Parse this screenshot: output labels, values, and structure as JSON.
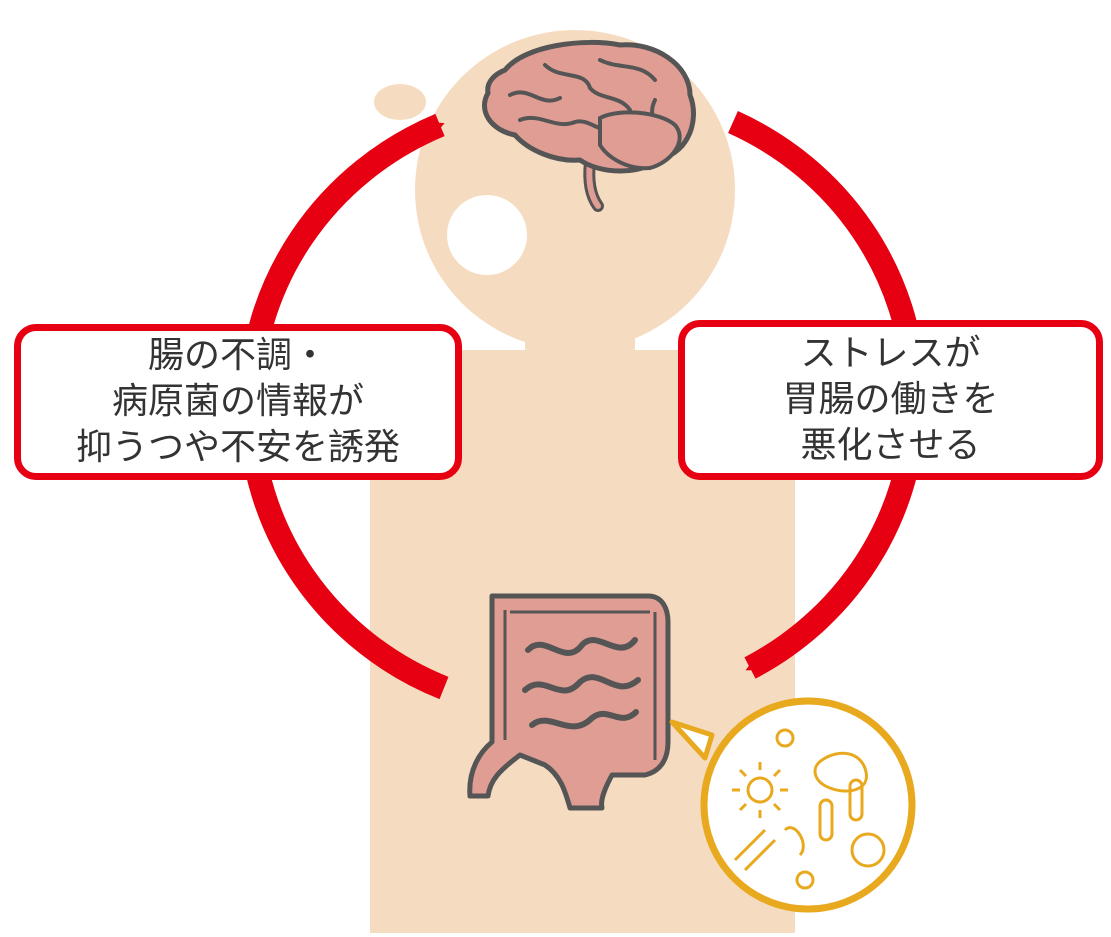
{
  "colors": {
    "skin": "#f5dcc0",
    "arrow": "#e60012",
    "organ_fill": "#df9d94",
    "organ_stroke": "#555555",
    "bacteria": "#e8a91e",
    "text": "#333333"
  },
  "icons": [
    "brain-icon",
    "intestine-icon",
    "bacteria-icon"
  ],
  "left_callout": {
    "lines": [
      "腸の不調・",
      "病原菌の情報が",
      "抑うつや不安を誘発"
    ]
  },
  "right_callout": {
    "lines": [
      "ストレスが",
      "胃腸の働きを",
      "悪化させる"
    ]
  }
}
